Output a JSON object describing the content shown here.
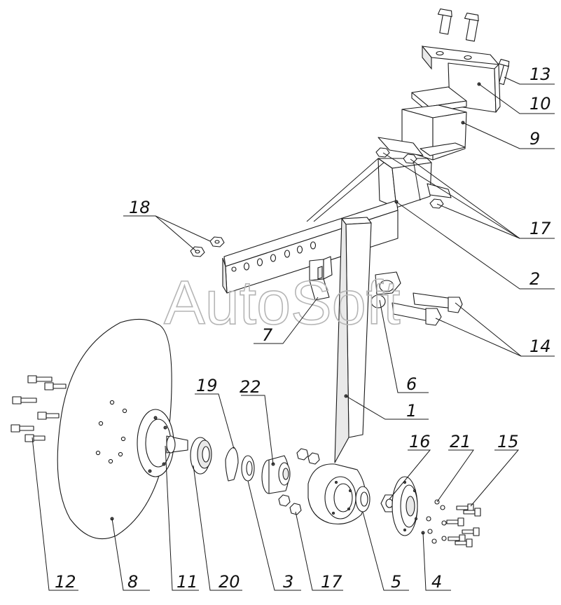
{
  "watermark": "AutoSoft",
  "callouts": {
    "c1": "1",
    "c2": "2",
    "c3": "3",
    "c4": "4",
    "c5": "5",
    "c6": "6",
    "c7": "7",
    "c8": "8",
    "c9": "9",
    "c10": "10",
    "c11": "11",
    "c12": "12",
    "c13": "13",
    "c14": "14",
    "c15": "15",
    "c16": "16",
    "c17a": "17",
    "c17b": "17",
    "c18": "18",
    "c19": "19",
    "c20": "20",
    "c21": "21",
    "c22": "22"
  }
}
